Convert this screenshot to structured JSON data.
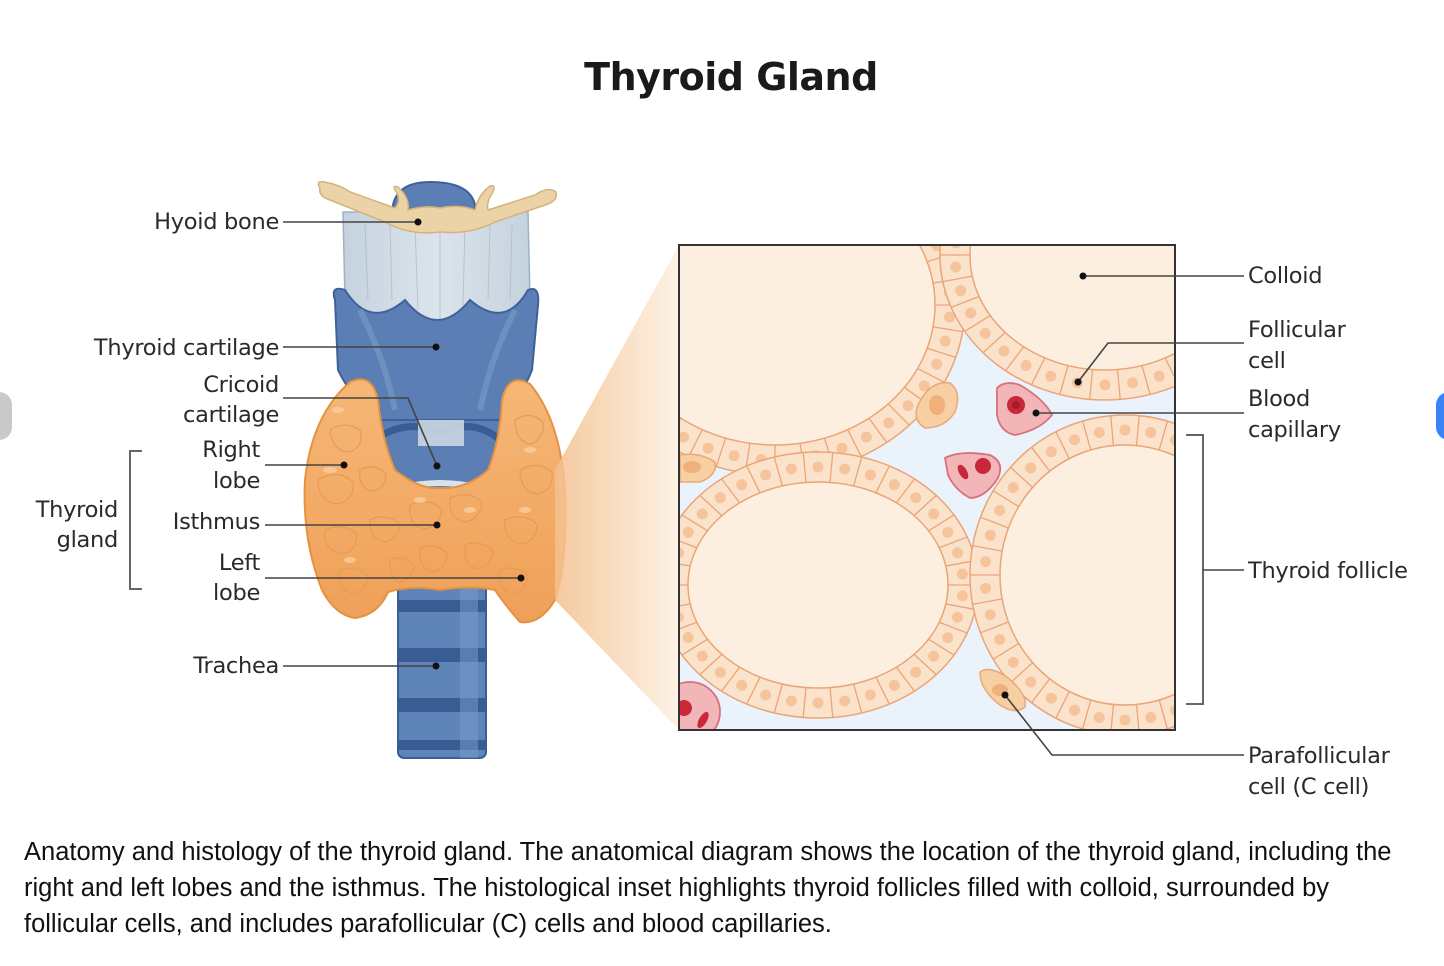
{
  "title": "Thyroid Gland",
  "anatomy_labels": {
    "hyoid_bone": "Hyoid bone",
    "thyroid_cartilage": "Thyroid cartilage",
    "cricoid_cartilage_1": "Cricoid",
    "cricoid_cartilage_2": "cartilage",
    "right_lobe_1": "Right",
    "right_lobe_2": "lobe",
    "isthmus": "Isthmus",
    "left_lobe_1": "Left",
    "left_lobe_2": "lobe",
    "trachea": "Trachea",
    "thyroid_gland_group_1": "Thyroid",
    "thyroid_gland_group_2": "gland"
  },
  "histology_labels": {
    "colloid": "Colloid",
    "follicular_cell_1": "Follicular",
    "follicular_cell_2": "cell",
    "blood_capillary_1": "Blood",
    "blood_capillary_2": "capillary",
    "thyroid_follicle": "Thyroid follicle",
    "parafollicular_cell_1": "Parafollicular",
    "parafollicular_cell_2": "cell (C cell)"
  },
  "caption": "Anatomy and histology of the thyroid gland. The anatomical diagram shows the location of the thyroid gland, including the right and left lobes and the isthmus. The histological inset highlights thyroid follicles filled with colloid, surrounded by follicular cells, and includes parafollicular (C) cells and blood capillaries.",
  "colors": {
    "cartilage_blue": "#5b7fb5",
    "cartilage_dark": "#3d5f97",
    "hyoid_tan": "#ecd3a7",
    "thyroid_orange": "#f2a65a",
    "colloid": "#fcefdf",
    "cell": "#fbe3cb",
    "nucleus": "#f5c49a",
    "interstitium": "#eaf2fb",
    "rbc": "#c8283a",
    "nav_next": "#3b82f6",
    "nav_prev": "#c9c9c9"
  },
  "icons": {
    "nav_prev": "chevron-left-icon",
    "nav_next": "chevron-right-icon"
  }
}
